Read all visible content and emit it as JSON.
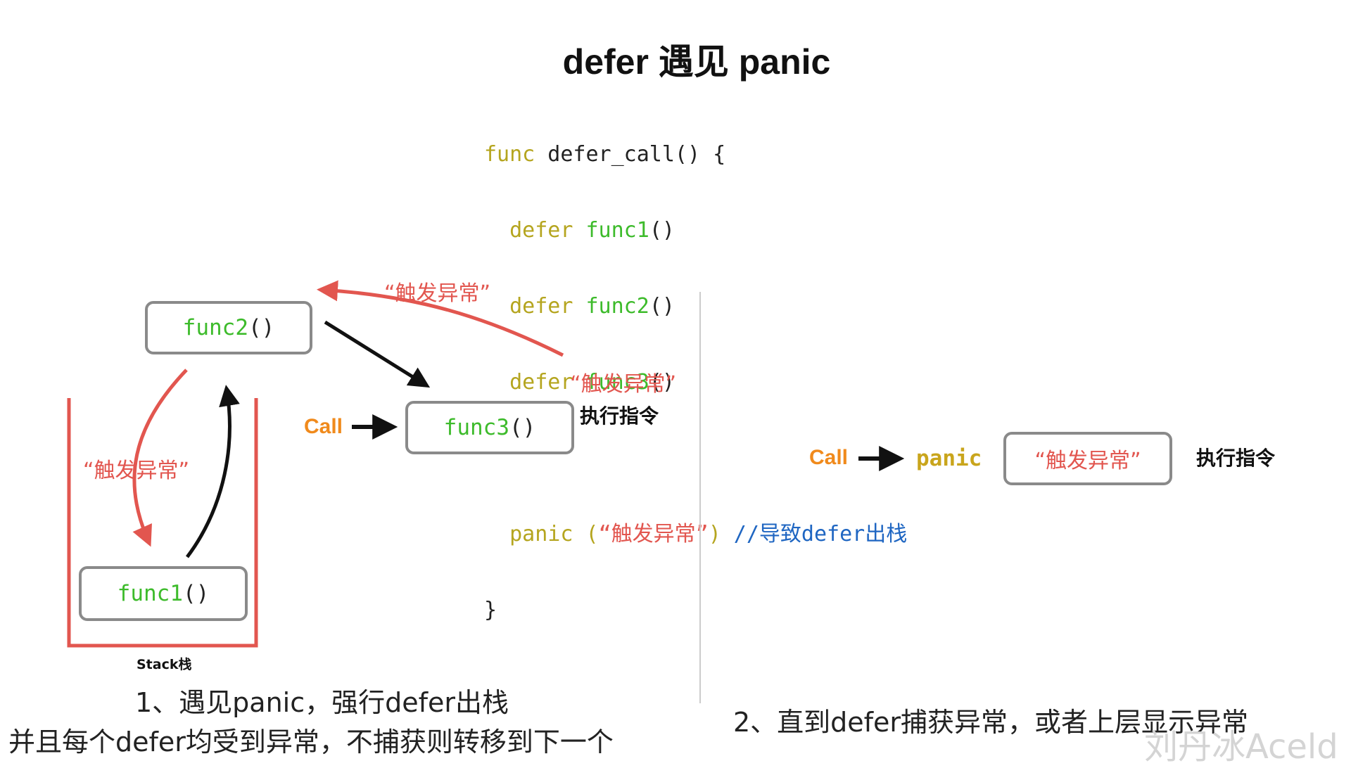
{
  "title": "defer 遇见 panic",
  "code": {
    "line1_kw": "func",
    "line1_rest": " defer_call() {",
    "defer_kw": "defer",
    "calls": [
      "func1",
      "func2",
      "func3"
    ],
    "paren": "()",
    "panic_kw": "panic",
    "panic_open": " (",
    "panic_arg": "“触发异常”",
    "panic_close": ")",
    "comment": " //导致defer出栈",
    "close_brace": "}"
  },
  "left": {
    "func1_name": "func1",
    "func2_name": "func2",
    "func3_name": "func3",
    "paren": "()",
    "trigger_top": "“触发异常”",
    "trigger_right": "“触发异常”",
    "trigger_left": "“触发异常”",
    "call_label": "Call",
    "exec_label": "执行指令",
    "stack_label": "Stack栈",
    "caption_line1": "1、遇见panic，强行defer出栈",
    "caption_line2": "并且每个defer均受到异常，不捕获则转移到下一个"
  },
  "right": {
    "call_label": "Call",
    "panic_label": "panic",
    "box_text": "“触发异常”",
    "exec_label": "执行指令",
    "caption": "2、直到defer捕获异常，或者上层显示异常"
  },
  "watermark": "刘丹冰Aceld",
  "colors": {
    "red": "#e2564f",
    "orange": "#f08a1c",
    "green": "#3dbb2b",
    "gold": "#c9a51c",
    "blue": "#1f66c2",
    "gray": "#8a8a8a"
  }
}
